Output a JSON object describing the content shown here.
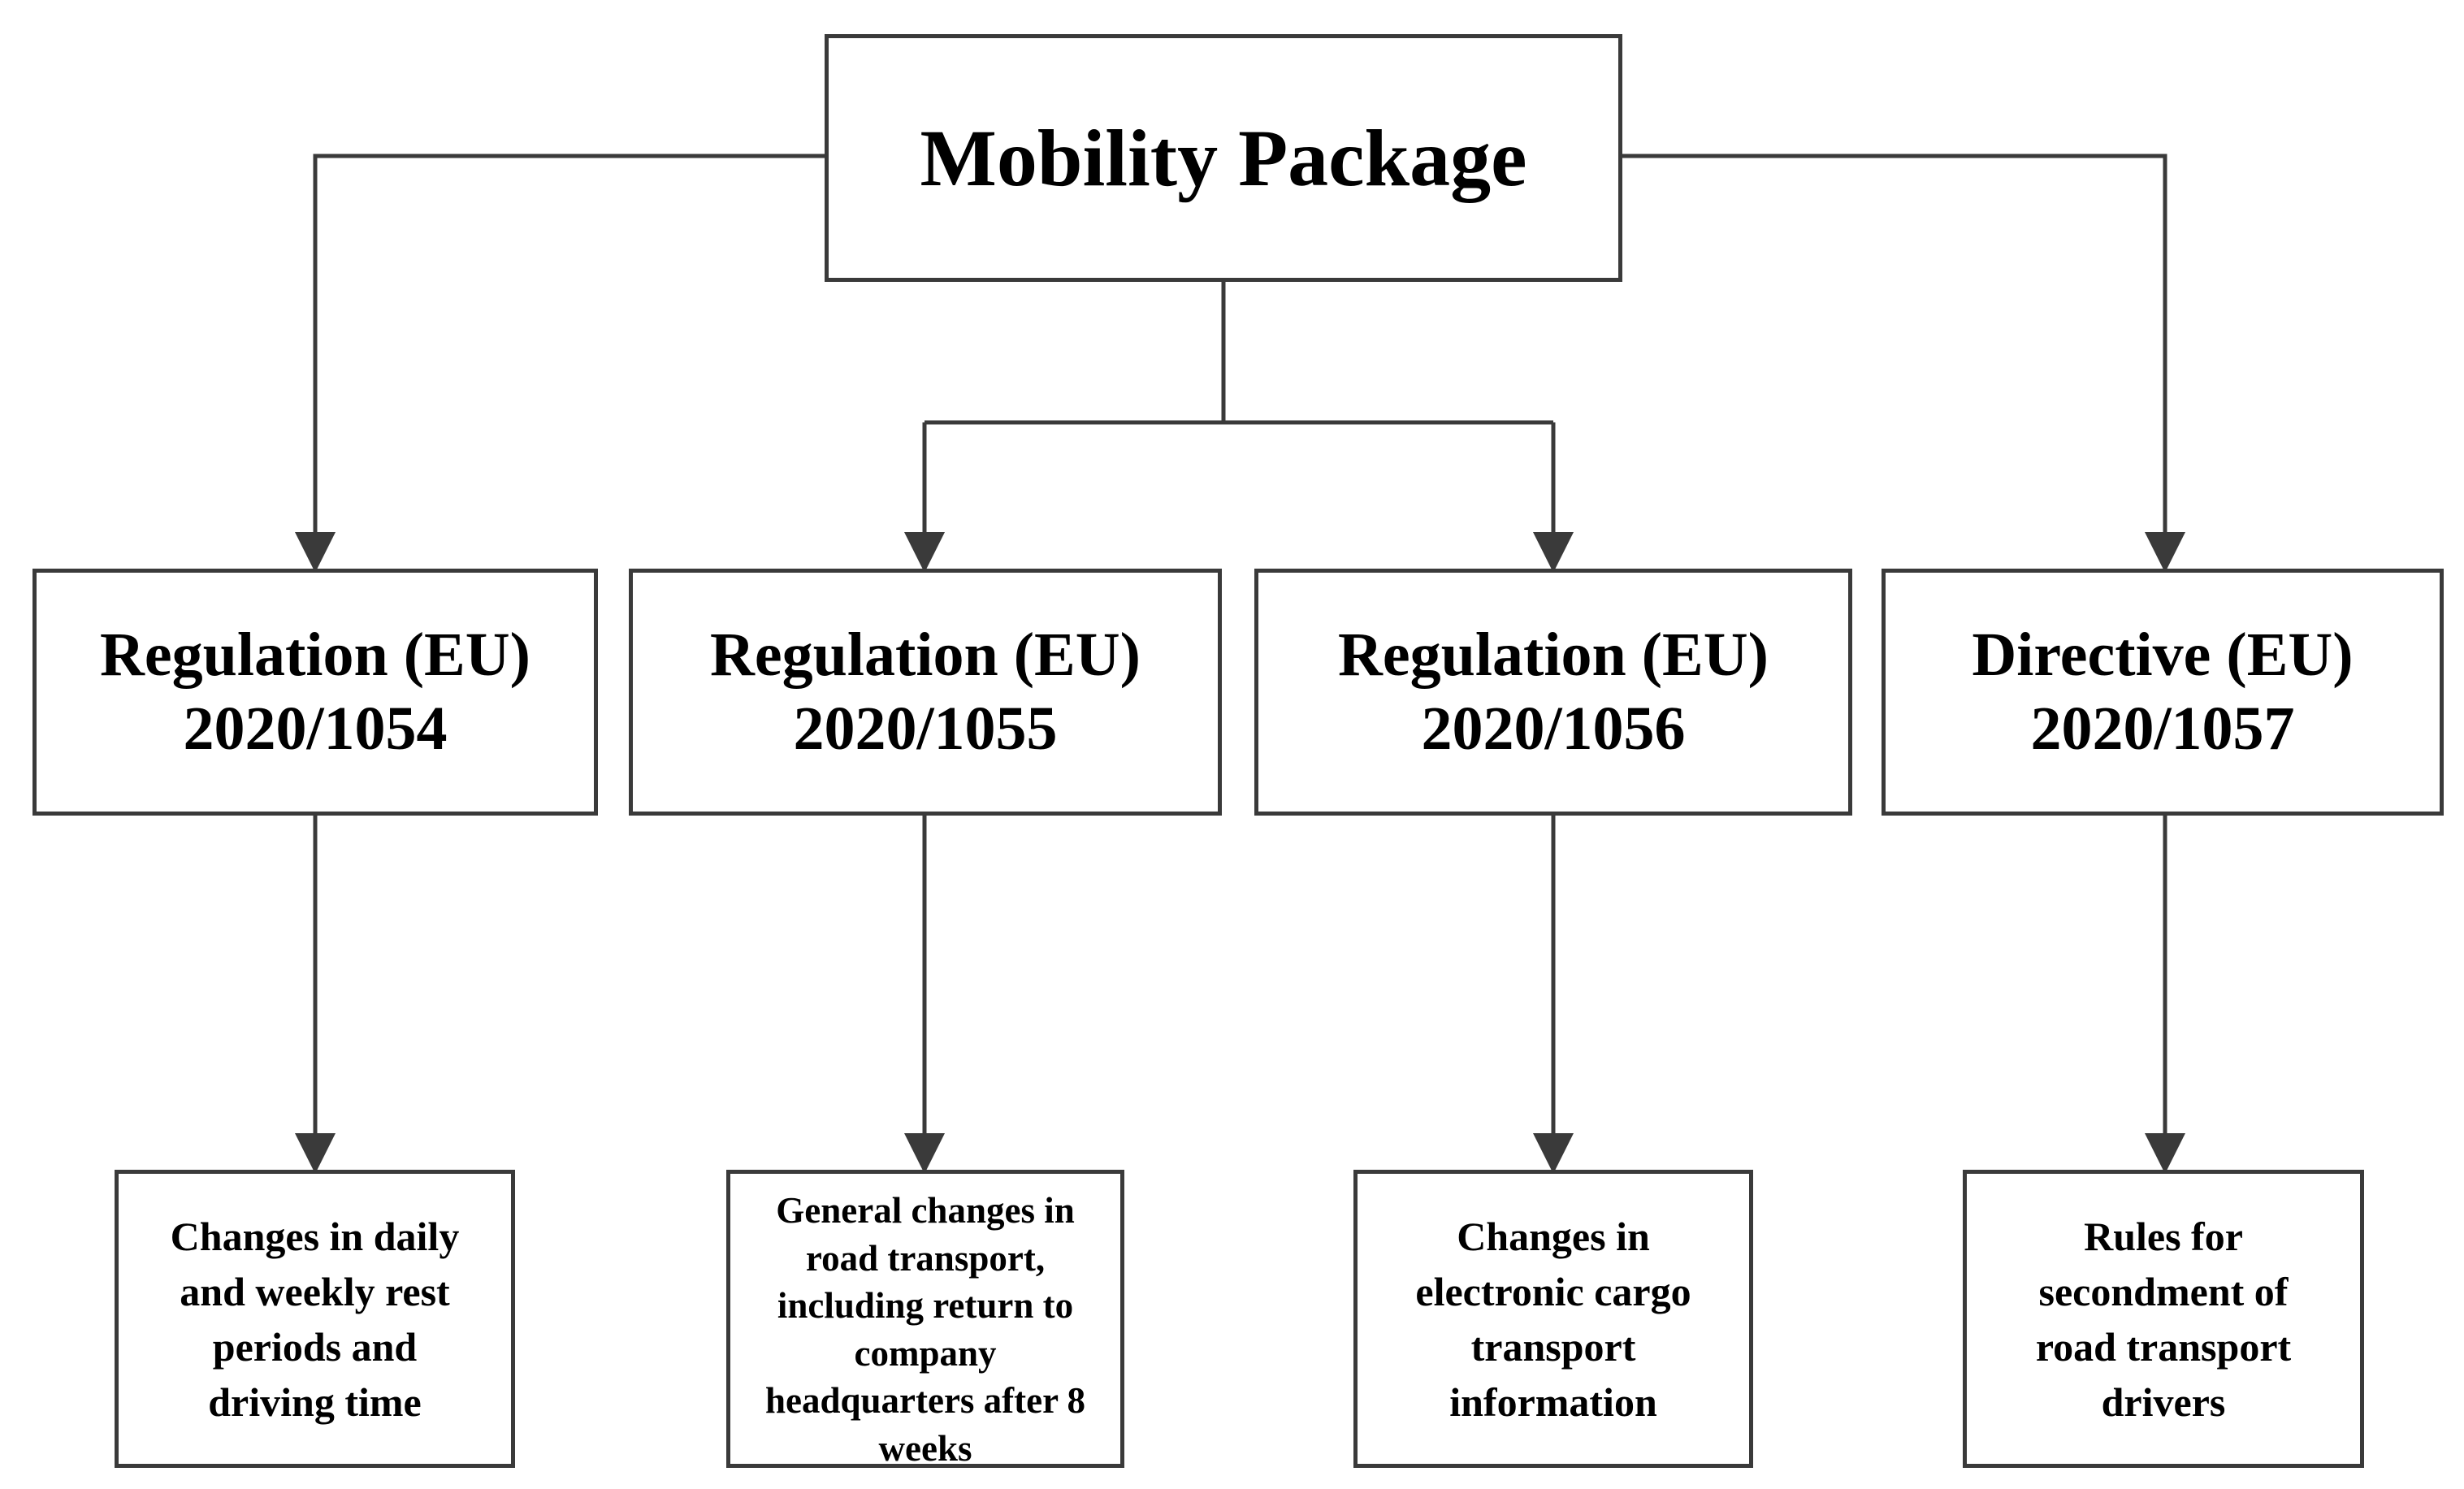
{
  "root": {
    "title": "Mobility Package"
  },
  "acts": [
    {
      "title_line1": "Regulation (EU)",
      "title_line2": "2020/1054",
      "description_lines": [
        "Changes in daily",
        "and weekly rest",
        "periods and",
        "driving time"
      ]
    },
    {
      "title_line1": "Regulation (EU)",
      "title_line2": "2020/1055",
      "description_lines": [
        "General changes in",
        "road transport,",
        "including return to",
        "company",
        "headquarters after 8",
        "weeks"
      ]
    },
    {
      "title_line1": "Regulation (EU)",
      "title_line2": "2020/1056",
      "description_lines": [
        "Changes in",
        "electronic cargo",
        "transport",
        "information"
      ]
    },
    {
      "title_line1": "Directive (EU)",
      "title_line2": "2020/1057",
      "description_lines": [
        "Rules for",
        "secondment of",
        "road transport",
        "drivers"
      ]
    }
  ],
  "colors": {
    "line": "#3a3a3a",
    "border": "#3a3a3a",
    "background": "#ffffff",
    "text": "#000000"
  }
}
